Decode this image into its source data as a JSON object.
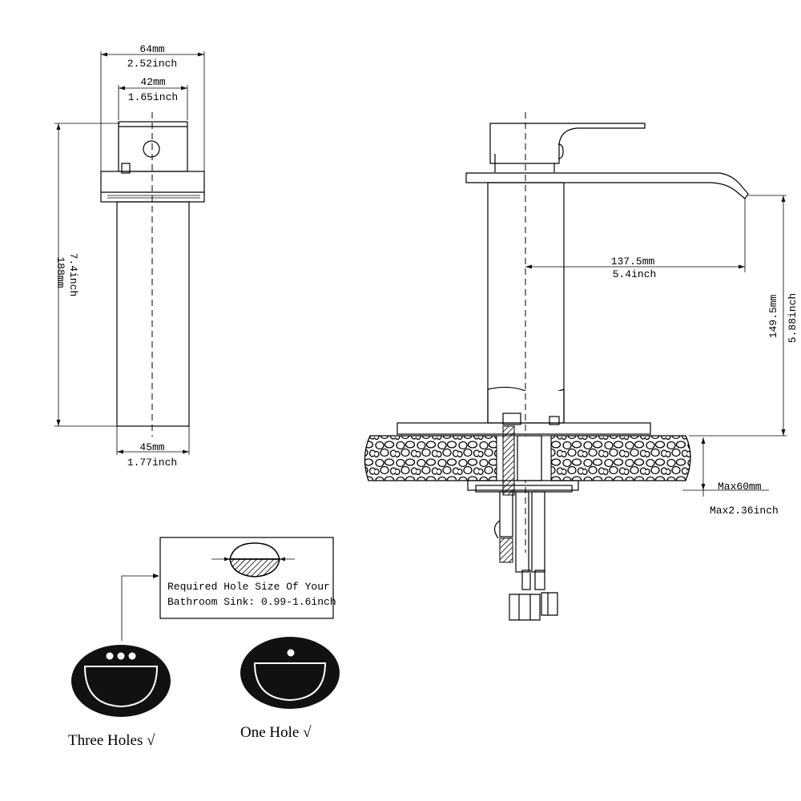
{
  "front_view": {
    "width_mm": "64mm",
    "width_inch": "2.52inch",
    "handle_mm": "42mm",
    "handle_inch": "1.65inch",
    "height_mm": "188mm",
    "height_inch": "7.4inch",
    "base_mm": "45mm",
    "base_inch": "1.77inch"
  },
  "side_view": {
    "reach_mm": "137.5mm",
    "reach_inch": "5.4inch",
    "spout_height_mm": "149.5mm",
    "spout_height_inch": "5.88inch",
    "deck_max_mm": "Max60mm",
    "deck_max_inch": "Max2.36inch"
  },
  "hole_note": {
    "line1": "Required Hole Size Of Your",
    "line2": "Bathroom Sink: 0.99-1.6inch"
  },
  "sinks": {
    "three_holes": "Three Holes √",
    "one_hole": "One Hole  √"
  }
}
